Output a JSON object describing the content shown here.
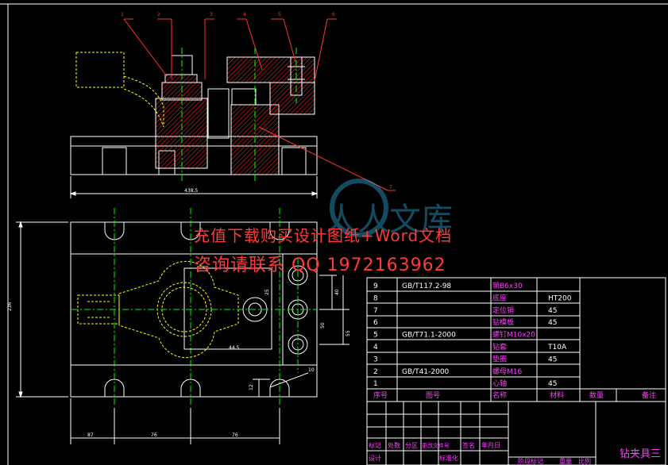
{
  "drawing": {
    "title": "钻夹具三",
    "colors": {
      "background": "#000000",
      "outline": "#ffffff",
      "hatch": "#ff3333",
      "centerline": "#00ff00",
      "hidden": "#ffff00",
      "table": "#ff40ff",
      "leader": "#ff3333",
      "dimension": "#ffffff"
    }
  },
  "balloons": [
    "1",
    "2",
    "3",
    "4",
    "5",
    "6",
    "7"
  ],
  "dimensions": {
    "front_width": "438.5",
    "plan_height": "236",
    "bottom_1": "87",
    "bottom_2": "76",
    "bottom_3": "76",
    "r1": "40",
    "r2": "50",
    "r3": "55",
    "r4": "10",
    "r5": "12",
    "r6": "44.5",
    "r7": "25"
  },
  "watermark": {
    "logo_text": "人人文库",
    "line1": "充值下载购买设计图纸+Word文档",
    "line2": "咨询请联系 QQ 1972163962"
  },
  "parts_list": {
    "rows": [
      {
        "no": "9",
        "std": "GB/T117.2-98",
        "name": "销B6x30",
        "material": "",
        "qty": ""
      },
      {
        "no": "8",
        "std": "",
        "name": "底座",
        "material": "HT200",
        "qty": ""
      },
      {
        "no": "7",
        "std": "",
        "name": "定位销",
        "material": "45",
        "qty": ""
      },
      {
        "no": "6",
        "std": "",
        "name": "钻模板",
        "material": "45",
        "qty": ""
      },
      {
        "no": "5",
        "std": "GB/T71.1-2000",
        "name": "螺钉M10x20",
        "material": "",
        "qty": ""
      },
      {
        "no": "4",
        "std": "",
        "name": "钻套",
        "material": "T10A",
        "qty": ""
      },
      {
        "no": "3",
        "std": "",
        "name": "垫圈",
        "material": "45",
        "qty": ""
      },
      {
        "no": "2",
        "std": "GB/T41-2000",
        "name": "螺母M16",
        "material": "",
        "qty": ""
      },
      {
        "no": "1",
        "std": "",
        "name": "心轴",
        "material": "45",
        "qty": ""
      }
    ],
    "header": {
      "no": "序号",
      "std": "图号",
      "name": "名称",
      "material": "材料",
      "qty": "数量",
      "note": "备注"
    }
  },
  "title_block": {
    "row1": [
      "标记",
      "处数",
      "分区",
      "更改文件号",
      "签名",
      "年月日"
    ],
    "row2": [
      "设计",
      "",
      "",
      "标准化",
      "",
      ""
    ],
    "stage_label": "阶段标记",
    "weight_label": "重量",
    "scale_label": "比例"
  }
}
